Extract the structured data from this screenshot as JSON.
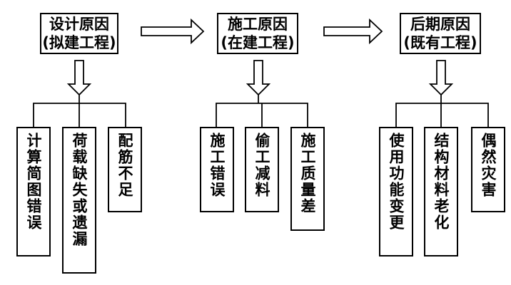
{
  "groups": [
    {
      "title": "设计原因",
      "subtitle": "(拟建工程)",
      "items": [
        "计算简图错误",
        "荷载缺失或遗漏",
        "配筋不足"
      ]
    },
    {
      "title": "施工原因",
      "subtitle": "(在建工程)",
      "items": [
        "施工错误",
        "偷工减料",
        "施工质量差"
      ]
    },
    {
      "title": "后期原因",
      "subtitle": "(既有工程)",
      "items": [
        "使用功能变更",
        "结构材料老化",
        "偶然灾害"
      ]
    }
  ]
}
